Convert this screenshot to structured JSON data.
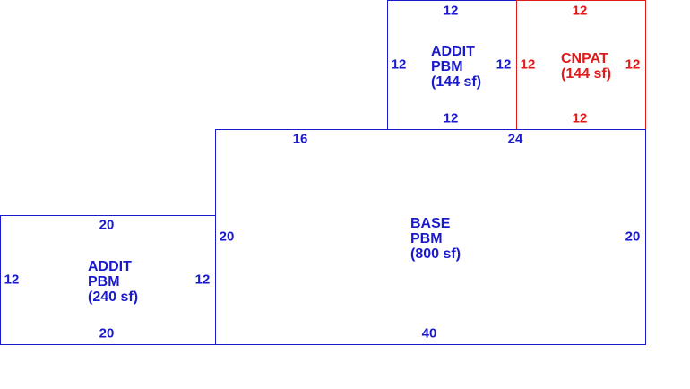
{
  "colors": {
    "line": "#1a1acc",
    "highlight": "#e11a1a",
    "background": "#ffffff"
  },
  "rooms": {
    "addit_top": {
      "line1": "ADDIT",
      "line2": "PBM",
      "area": "(144 sf)",
      "top": "12",
      "bottom": "12",
      "left": "12",
      "right": "12"
    },
    "cnpat": {
      "line1": "CNPAT",
      "area": "(144 sf)",
      "top": "12",
      "bottom": "12",
      "left": "12",
      "right": "12"
    },
    "base": {
      "line1": "BASE",
      "line2": "PBM",
      "area": "(800 sf)",
      "top_left": "16",
      "top_right": "24",
      "bottom": "40",
      "left": "20",
      "right": "20"
    },
    "addit_left": {
      "line1": "ADDIT",
      "line2": "PBM",
      "area": "(240 sf)",
      "top": "20",
      "bottom": "20",
      "left": "12",
      "right": "12"
    }
  }
}
